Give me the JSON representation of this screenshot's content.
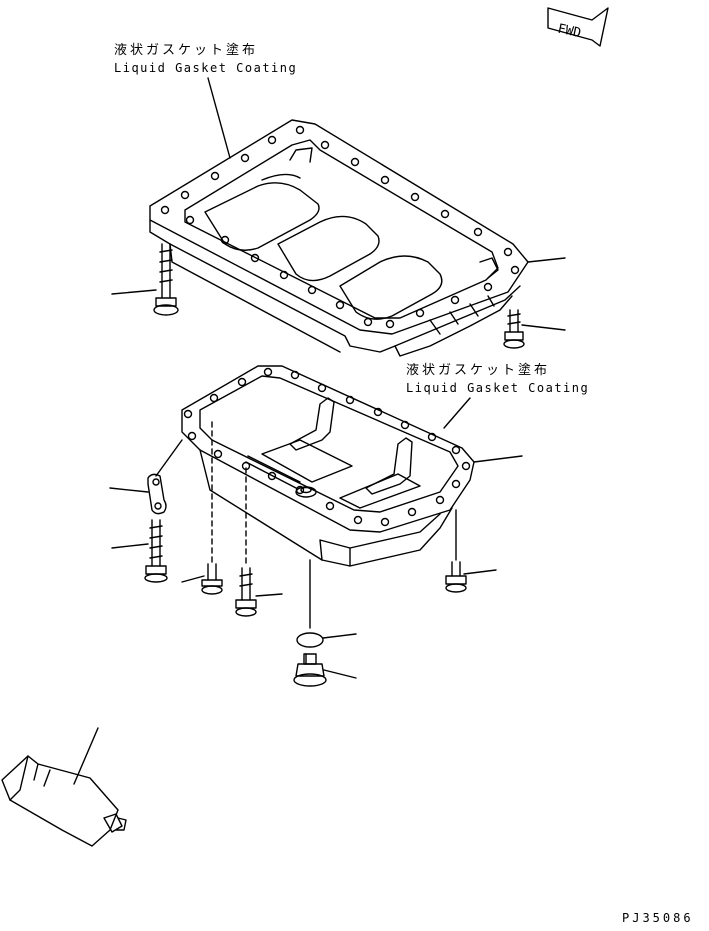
{
  "labels": {
    "upper_callout_jp": "液状ガスケット塗布",
    "upper_callout_en": "Liquid Gasket Coating",
    "lower_callout_jp": "液状ガスケット塗布",
    "lower_callout_en": "Liquid Gasket Coating",
    "fwd_marker": "FWD",
    "drawing_code": "PJ35086"
  }
}
